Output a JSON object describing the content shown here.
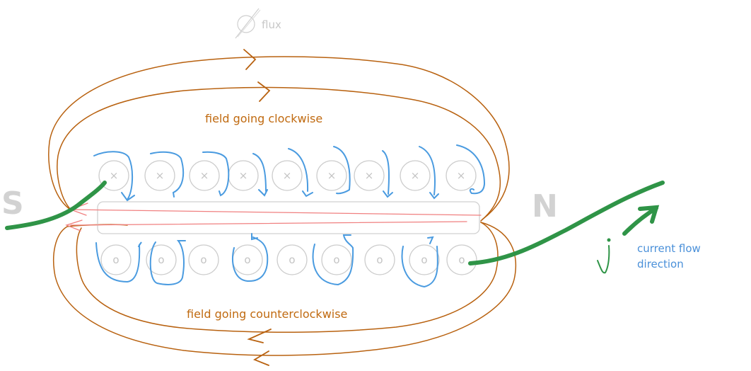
{
  "diagram": {
    "title": "Solenoid magnetic field sketch",
    "flux_label": "flux",
    "flux_symbol": "∅",
    "top_field_label": "field going clockwise",
    "bottom_field_label": "field going counterclockwise",
    "south_pole": "S",
    "north_pole": "N",
    "current_symbol": "j",
    "current_label_line1": "current flow",
    "current_label_line2": "direction",
    "top_coil_marker": "×",
    "bottom_coil_marker": "o",
    "top_coil_count": 9,
    "bottom_coil_count": 9,
    "colors": {
      "field_lines": "#b8610f",
      "field_text": "#c06a10",
      "current_wire": "#2f9447",
      "local_field": "#4a9be0",
      "coil": "#cccccc",
      "core_arrows": "#f08080",
      "pole_letters": "#d2d2d2",
      "flux": "#c8c8c8"
    }
  }
}
